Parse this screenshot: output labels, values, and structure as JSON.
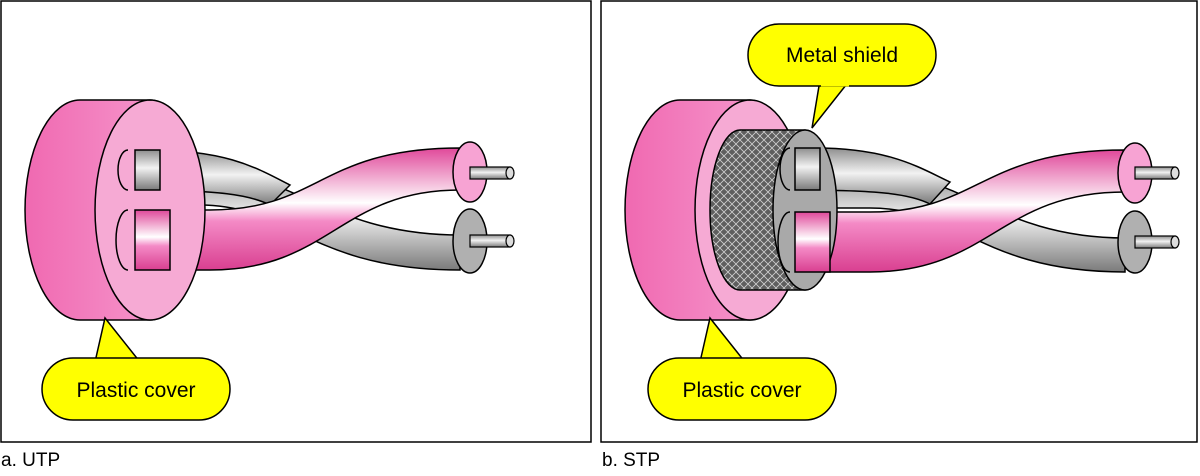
{
  "panels": [
    {
      "caption": "a. UTP",
      "callouts": [
        {
          "text": "Plastic cover"
        }
      ]
    },
    {
      "caption": "b. STP",
      "callouts": [
        {
          "text": "Metal shield"
        },
        {
          "text": "Plastic cover"
        }
      ]
    }
  ],
  "colors": {
    "cover": "#f6a9d4",
    "cover_dark": "#ee6fb4",
    "wire_pink": "#f479c0",
    "wire_gray": "#a8a8a8",
    "callout": "#ffff00",
    "shield": "#6e6e6e"
  }
}
